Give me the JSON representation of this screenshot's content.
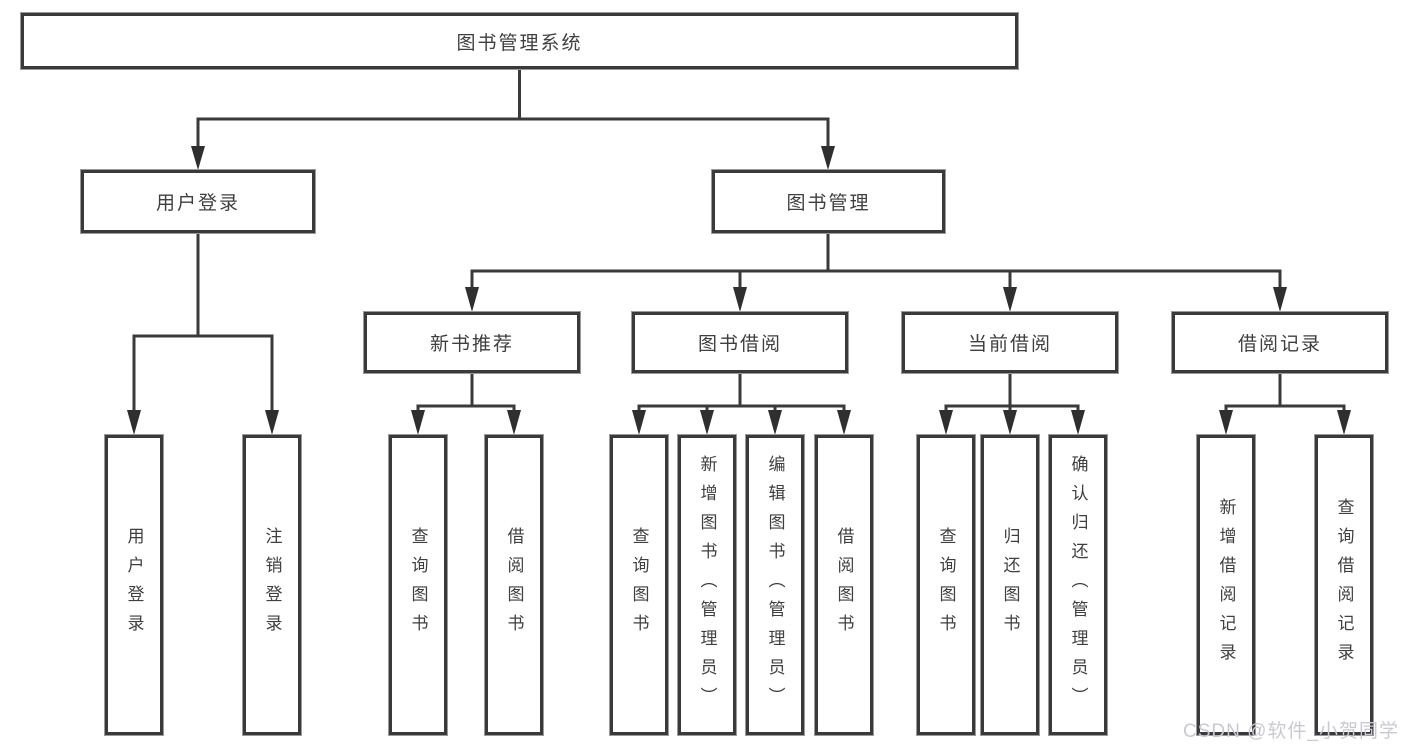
{
  "nodes": {
    "root": "图书管理系统",
    "level2": [
      "用户登录",
      "图书管理"
    ],
    "level3": [
      "新书推荐",
      "图书借阅",
      "当前借阅",
      "借阅记录"
    ],
    "level4_user": [
      "用户登录",
      "注销登录"
    ],
    "level4_newbook": [
      "查询图书",
      "借阅图书"
    ],
    "level4_borrow": [
      "查询图书",
      "新增图书（管理员）",
      "编辑图书（管理员）",
      "借阅图书"
    ],
    "level4_current": [
      "查询图书",
      "归还图书",
      "确认归还（管理员）"
    ],
    "level4_records": [
      "新增借阅记录",
      "查询借阅记录"
    ]
  },
  "colors": {
    "line": "#3a3a3a",
    "arrow": "#2f2f2f",
    "text": "#3f3f3f",
    "box_background": "#ffffff",
    "watermark": "#c9c9d2"
  },
  "watermark": "CSDN @软件_小贺同学"
}
